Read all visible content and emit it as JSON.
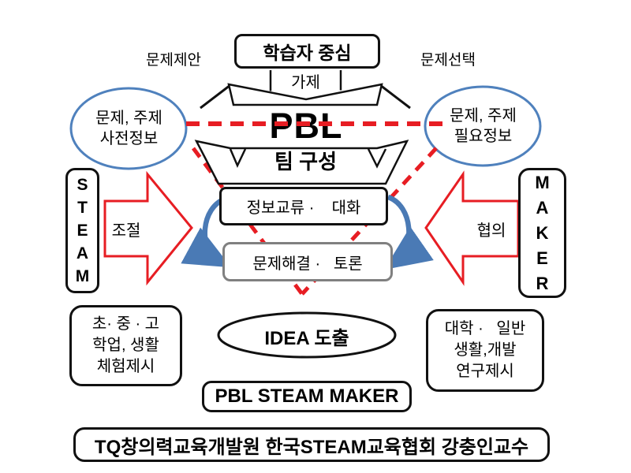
{
  "colors": {
    "accent_blue": "#4f81bd",
    "dash_red": "#e71d23",
    "arrow_blue": "#4a7ab5",
    "gray_border": "#808080",
    "black": "#111111"
  },
  "top": {
    "learner": "학습자 중심",
    "gaje": "가제",
    "left_label": "문제제안",
    "right_label": "문제선택"
  },
  "ellipses": {
    "left": [
      "문제, 주제",
      "사전정보"
    ],
    "right": [
      "문제, 주제",
      "필요정보"
    ],
    "idea": "IDEA 도출"
  },
  "center": {
    "pbl": "PBL",
    "team": "팀 구성",
    "box1": "정보교류 ·    대화",
    "box2": "문제해결 ·   토론"
  },
  "left_side": {
    "letters": [
      "S",
      "T",
      "E",
      "A",
      "M"
    ],
    "arrow": "조절"
  },
  "right_side": {
    "letters": [
      "M",
      "A",
      "K",
      "E",
      "R"
    ],
    "arrow": "협의"
  },
  "bottom": {
    "school": [
      "초· 중 · 고",
      "학업, 생활",
      "체험제시"
    ],
    "univ": [
      "대학 ·   일반",
      "생활,개발",
      "연구제시"
    ],
    "psm": "PBL STEAM MAKER",
    "credit": "TQ창의력교육개발원 한국STEAM교육협회 강충인교수"
  }
}
